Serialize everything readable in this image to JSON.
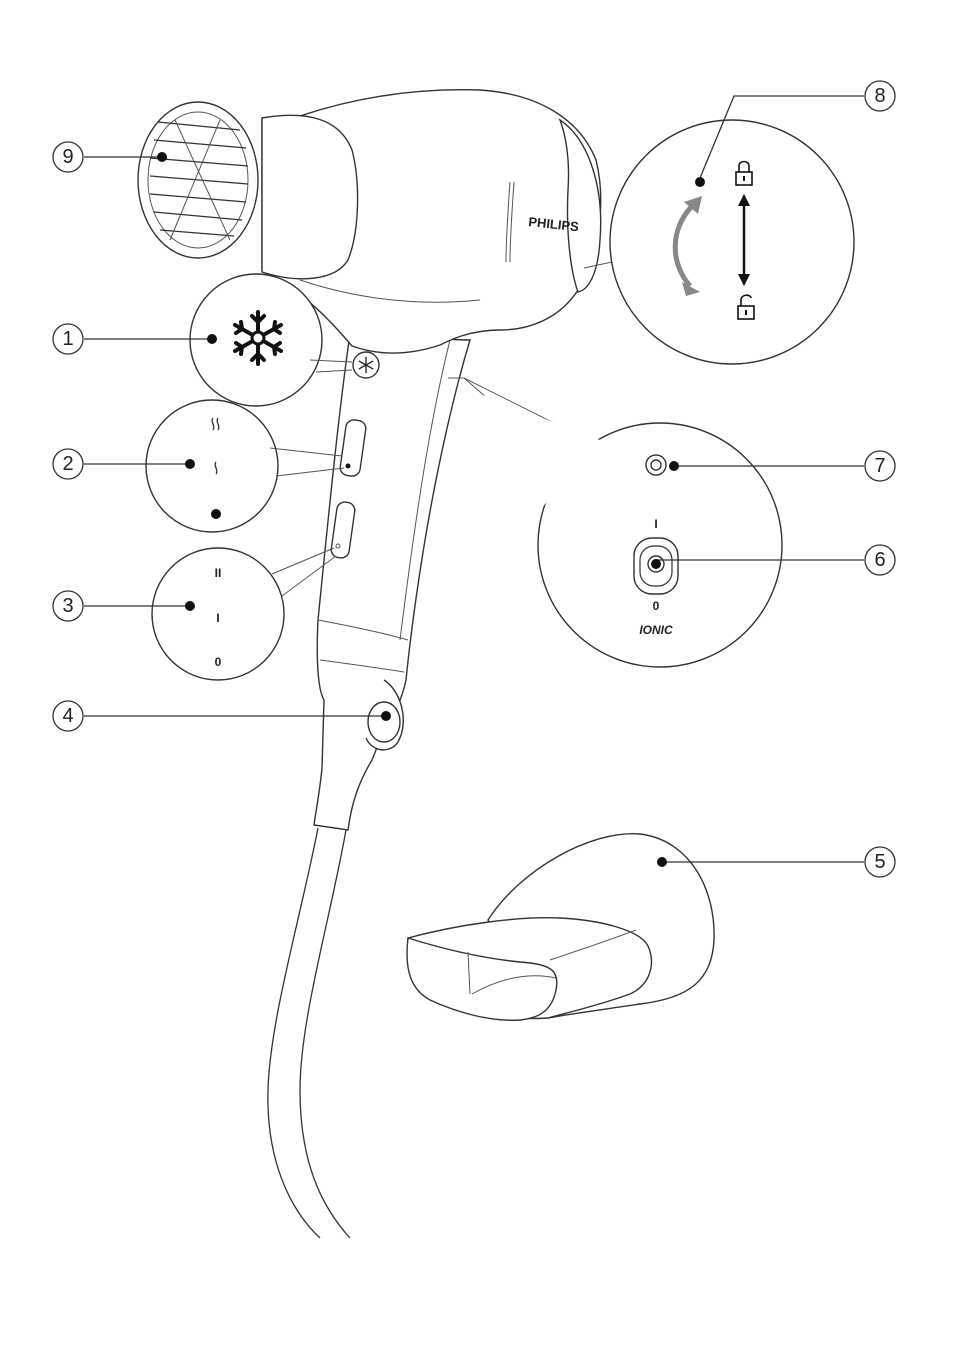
{
  "callouts": [
    {
      "id": "1",
      "label": "1"
    },
    {
      "id": "2",
      "label": "2"
    },
    {
      "id": "3",
      "label": "3"
    },
    {
      "id": "4",
      "label": "4"
    },
    {
      "id": "5",
      "label": "5"
    },
    {
      "id": "6",
      "label": "6"
    },
    {
      "id": "7",
      "label": "7"
    },
    {
      "id": "8",
      "label": "8"
    },
    {
      "id": "9",
      "label": "9"
    }
  ],
  "brand": "PHILIPS",
  "ionic_panel": {
    "label": "IONIC",
    "on_mark": "I",
    "off_mark": "0"
  },
  "speed_panel": {
    "high": "II",
    "low": "I",
    "off": "0"
  },
  "icons": {
    "cool_shot": "snowflake-icon",
    "heat_high": "heat-high-icon",
    "heat_low": "heat-low-icon",
    "lock": "lock-icon",
    "unlock": "unlock-icon",
    "rotate": "rotate-arrow-icon",
    "updown": "updown-arrow-icon"
  }
}
